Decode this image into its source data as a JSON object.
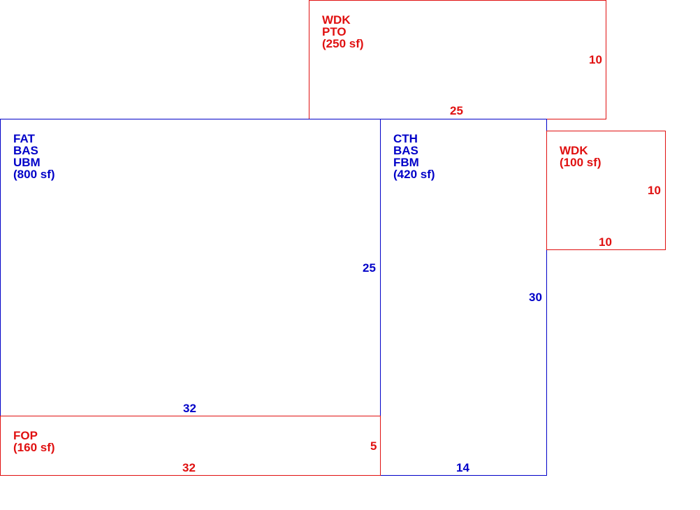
{
  "colors": {
    "main_structure": "#0000c8",
    "exterior_addition": "#e01010",
    "background": "#ffffff"
  },
  "areas": [
    {
      "id": "wdk_pto",
      "codes": [
        "WDK",
        "PTO"
      ],
      "size": "(250 sf)",
      "dims": [
        "10",
        "25"
      ]
    },
    {
      "id": "fat_bas_ubm",
      "codes": [
        "FAT",
        "BAS",
        "UBM"
      ],
      "size": "(800 sf)",
      "dims": [
        "25",
        "32"
      ]
    },
    {
      "id": "cth_bas_fbm",
      "codes": [
        "CTH",
        "BAS",
        "FBM"
      ],
      "size": "(420 sf)",
      "dims": [
        "30",
        "14"
      ]
    },
    {
      "id": "wdk",
      "codes": [
        "WDK"
      ],
      "size": "(100 sf)",
      "dims": [
        "10",
        "10"
      ]
    },
    {
      "id": "fop",
      "codes": [
        "FOP"
      ],
      "size": "(160 sf)",
      "dims": [
        "5",
        "32"
      ]
    }
  ]
}
